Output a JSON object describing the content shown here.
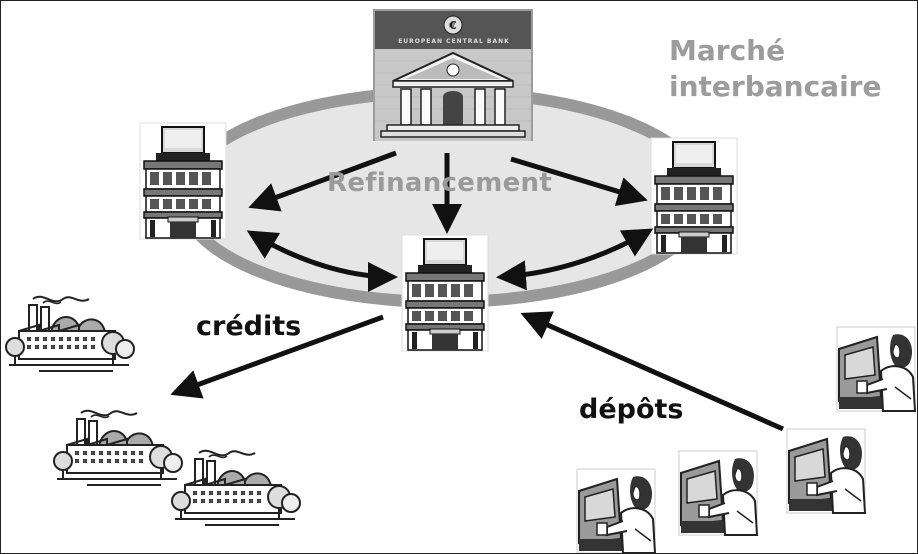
{
  "labels": {
    "market_line1": "Marché",
    "market_line2": "interbancaire",
    "refinancing": "Refinancement",
    "credits": "crédits",
    "deposits": "dépôts",
    "ecb_caption": "EUROPEAN CENTRAL BANK"
  },
  "colors": {
    "ring": "#999999",
    "ellipse_fill": "#e4e4e4",
    "arrow": "#111111",
    "label_gray": "#9c9c9c"
  },
  "icons": {
    "central_bank": "european-central-bank-icon",
    "commercial_bank": "bank-building-icon",
    "factory": "factory-icon",
    "depositor": "depositor-at-counter-icon"
  }
}
